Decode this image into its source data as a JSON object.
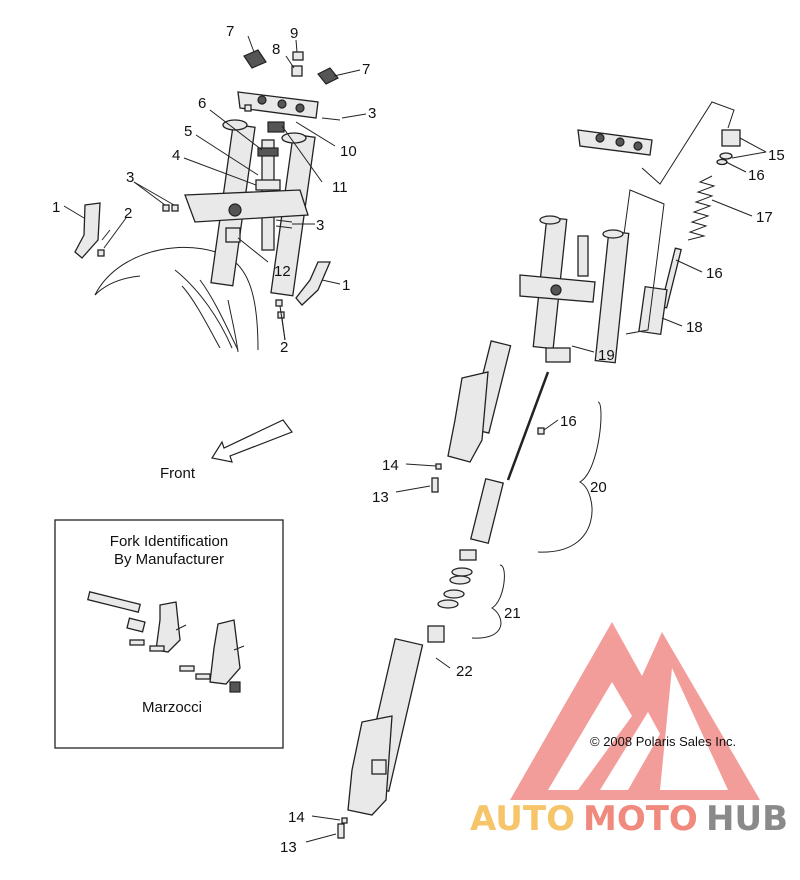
{
  "callouts": [
    "1",
    "2",
    "3",
    "4",
    "5",
    "6",
    "7",
    "8",
    "9",
    "10",
    "11",
    "12",
    "13",
    "14",
    "15",
    "16",
    "17",
    "18",
    "19",
    "20",
    "21",
    "22"
  ],
  "front_label": "Front",
  "inset": {
    "title_line1": "Fork Identification",
    "title_line2": "By Manufacturer",
    "caption": "Marzocci"
  },
  "copyright": "© 2008 Polaris Sales Inc.",
  "watermark": {
    "part1": "AUTO",
    "part2": "MOTO",
    "part3": "HUB",
    "colors": {
      "auto": "#f6c56a",
      "moto": "#f08a7e",
      "hub": "#8a8a8a",
      "logo": "#f28d8a"
    }
  }
}
